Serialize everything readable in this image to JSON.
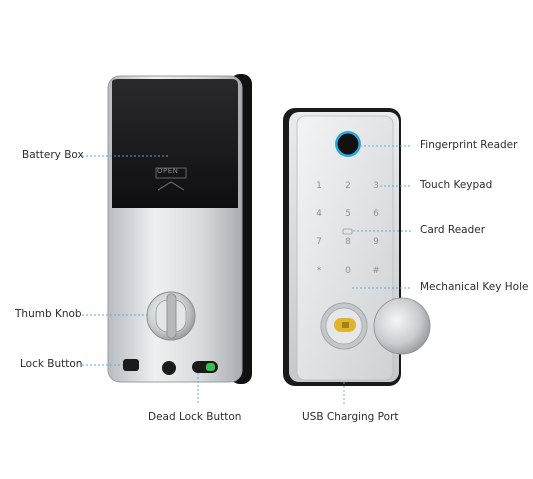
{
  "callouts": {
    "battery_box": "Battery Box",
    "thumb_knob": "Thumb Knob",
    "lock_button": "Lock Button",
    "dead_lock_button": "Dead Lock Button",
    "fingerprint_reader": "Fingerprint Reader",
    "touch_keypad": "Touch Keypad",
    "card_reader": "Card Reader",
    "mechanical_key_hole": "Mechanical Key Hole",
    "usb_charging_port": "USB Charging Port"
  },
  "battery_cover": {
    "brand_mark": "OPEN"
  },
  "keypad": {
    "keys": [
      "1",
      "2",
      "3",
      "4",
      "5",
      "6",
      "7",
      "8",
      "9",
      "*",
      "0",
      "#"
    ]
  },
  "colors": {
    "accent_fingerprint": "#2aa9e0",
    "status_green": "#36c24a",
    "key_brass": "#e0b52e",
    "leader_line": "#5aaedc"
  }
}
